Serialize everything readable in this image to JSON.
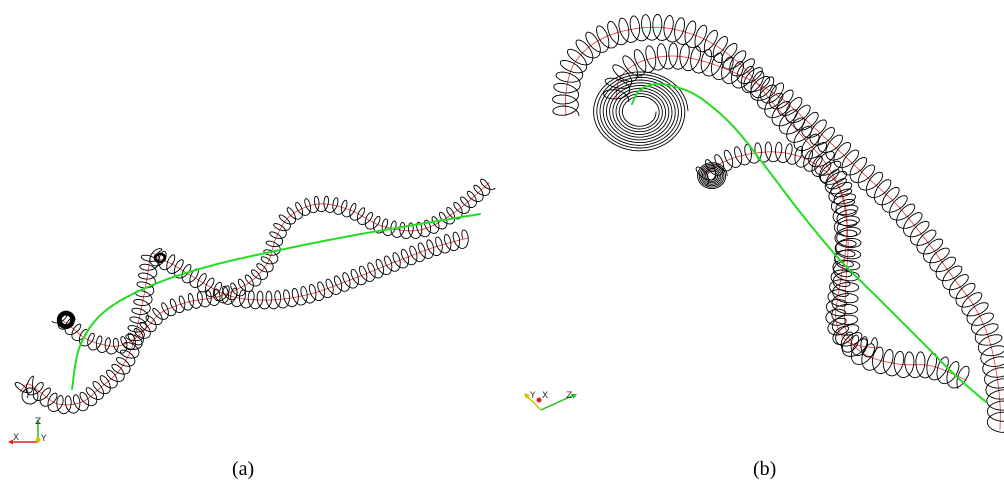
{
  "panels": [
    {
      "id": "a",
      "caption": "(a)"
    },
    {
      "id": "b",
      "caption": "(b)"
    }
  ],
  "triads": [
    {
      "labels": [
        "X",
        "Z",
        "Y"
      ]
    },
    {
      "labels": [
        "Y",
        "X",
        "Z"
      ]
    }
  ],
  "colors": {
    "coil": "#000000",
    "centerline": "#e02020",
    "guide": "#22dd22",
    "axis_x": "#e02020",
    "axis_y": "#d4c000",
    "axis_z": "#22bb22"
  }
}
